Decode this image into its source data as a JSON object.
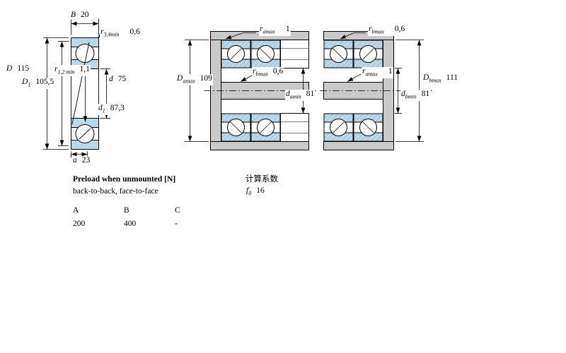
{
  "colors": {
    "bearing_fill": "#bdd7e7",
    "metal_fill": "#c9c9c9",
    "line": "#000000"
  },
  "figure_left": {
    "dim_B": {
      "sym": "B",
      "val": "20"
    },
    "dim_r34": {
      "sym": "r",
      "sub": "3,4min",
      "val": "0,6"
    },
    "dim_D": {
      "sym": "D",
      "val": "115"
    },
    "dim_r12": {
      "sym": "r",
      "sub": "1,2 min",
      "val": "1,1"
    },
    "dim_D1": {
      "sym": "D",
      "sub": "1",
      "val": "105,5"
    },
    "dim_d": {
      "sym": "d",
      "val": "75"
    },
    "dim_d1": {
      "sym": "d",
      "sub": "1",
      "val": "87,3"
    },
    "dim_a": {
      "sym": "a",
      "val": "23"
    }
  },
  "figure_middle": {
    "dim_ra_top": {
      "sym": "r",
      "sub": "amax",
      "val": "1"
    },
    "dim_Da": {
      "sym": "D",
      "sub": "amax",
      "val": "109"
    },
    "dim_rb_mid": {
      "sym": "r",
      "sub": "bmax",
      "val": "0,6"
    },
    "dim_da": {
      "sym": "d",
      "sub": "amin",
      "val": "81"
    }
  },
  "figure_right": {
    "dim_rb_top": {
      "sym": "r",
      "sub": "bmax",
      "val": "0,6"
    },
    "dim_ra_mid": {
      "sym": "r",
      "sub": "amax",
      "val": "1"
    },
    "dim_Db": {
      "sym": "D",
      "sub": "bmax",
      "val": "111"
    },
    "dim_db": {
      "sym": "d",
      "sub": "bmin",
      "val": "81"
    }
  },
  "notes": {
    "preload_title": "Preload when unmounted [N]",
    "preload_subtitle": "back-to-back, face-to-face",
    "calc_title": "计算系数",
    "f0": {
      "sym": "f",
      "sub": "0",
      "val": "16"
    },
    "table": {
      "headers": [
        "A",
        "B",
        "C"
      ],
      "values": [
        "200",
        "400",
        "-"
      ]
    }
  }
}
